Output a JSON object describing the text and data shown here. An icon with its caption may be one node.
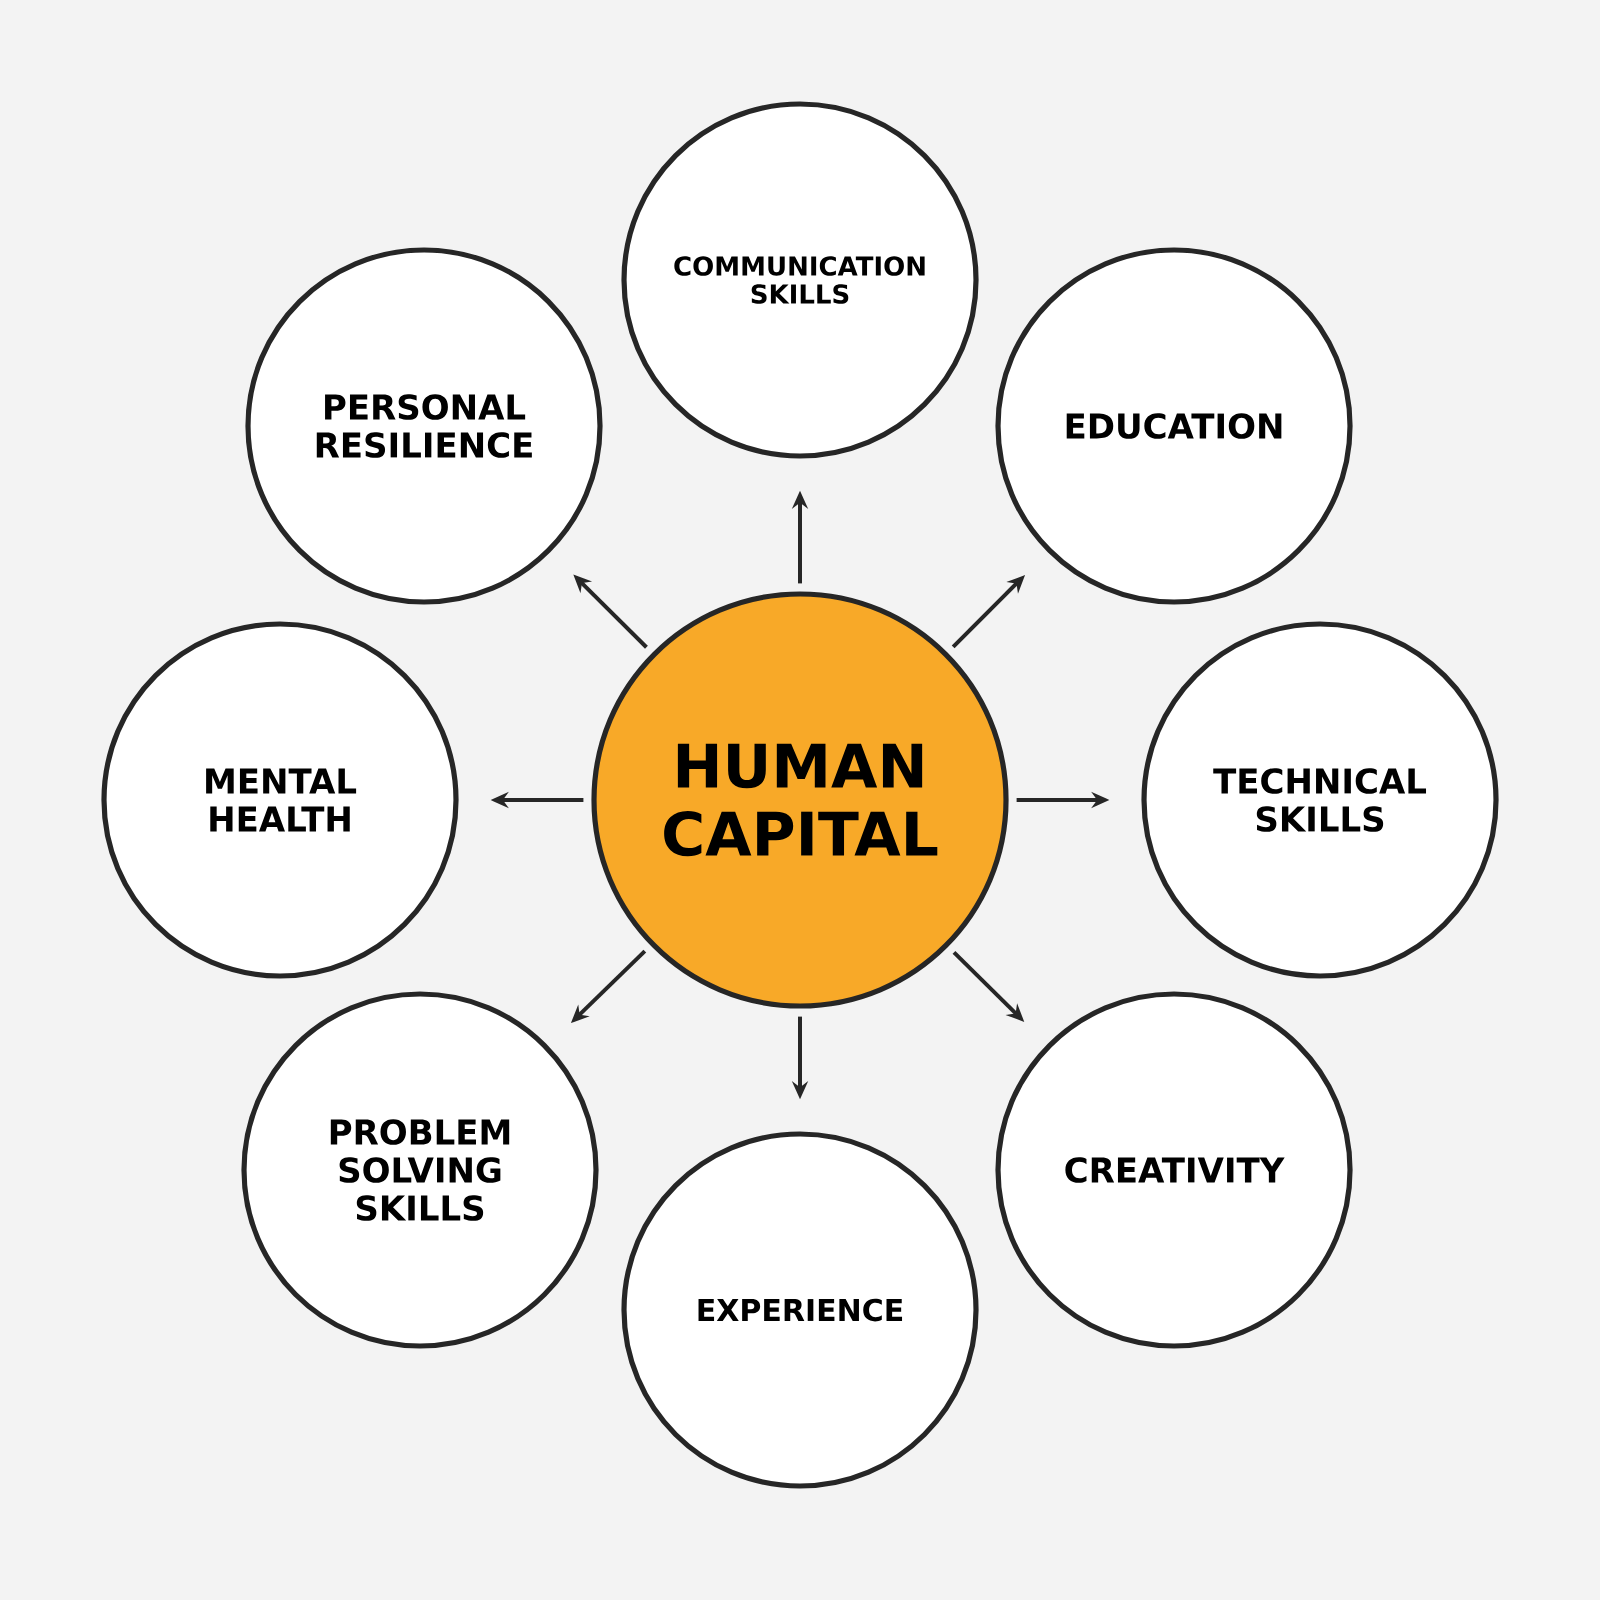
{
  "diagram": {
    "nodes": [
      {
        "text": [
          "HUMAN CAPITAL"
        ]
      },
      {
        "text": [
          "COMMUNICATION SKILLS"
        ]
      },
      {
        "text": [
          "EDUCATION"
        ]
      },
      {
        "text": [
          "TECHNICAL SKILLS"
        ]
      },
      {
        "text": [
          "CREATIVITY"
        ]
      },
      {
        "text": [
          "EXPERIENCE"
        ]
      },
      {
        "text": [
          "PROBLEM SOLVING SKILLS"
        ]
      },
      {
        "text": [
          "MENTAL HEALTH"
        ]
      },
      {
        "text": [
          "PERSONAL RESILIENCE"
        ]
      }
    ],
    "edges": [
      {
        "from": 0,
        "to": 1,
        "arrow": "to"
      },
      {
        "from": 0,
        "to": 2,
        "arrow": "to"
      },
      {
        "from": 0,
        "to": 3,
        "arrow": "to"
      },
      {
        "from": 0,
        "to": 4,
        "arrow": "to"
      },
      {
        "from": 0,
        "to": 5,
        "arrow": "to"
      },
      {
        "from": 0,
        "to": 6,
        "arrow": "to"
      },
      {
        "from": 0,
        "to": 7,
        "arrow": "to"
      },
      {
        "from": 0,
        "to": 8,
        "arrow": "to"
      }
    ]
  }
}
